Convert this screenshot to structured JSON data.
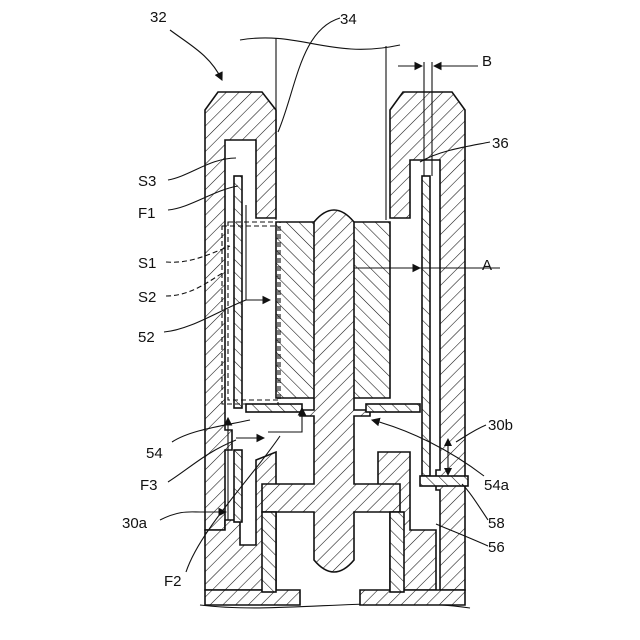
{
  "figure": {
    "labels": {
      "ref_32": "32",
      "ref_34": "34",
      "ref_B": "B",
      "ref_36": "36",
      "ref_S3": "S3",
      "ref_F1": "F1",
      "ref_S1": "S1",
      "ref_A": "A",
      "ref_S2": "S2",
      "ref_52": "52",
      "ref_54": "54",
      "ref_30b": "30b",
      "ref_F3": "F3",
      "ref_54a": "54a",
      "ref_30a": "30a",
      "ref_58": "58",
      "ref_56": "56",
      "ref_F2": "F2"
    }
  },
  "colors": {
    "ink": "#111111",
    "paper": "#ffffff"
  }
}
